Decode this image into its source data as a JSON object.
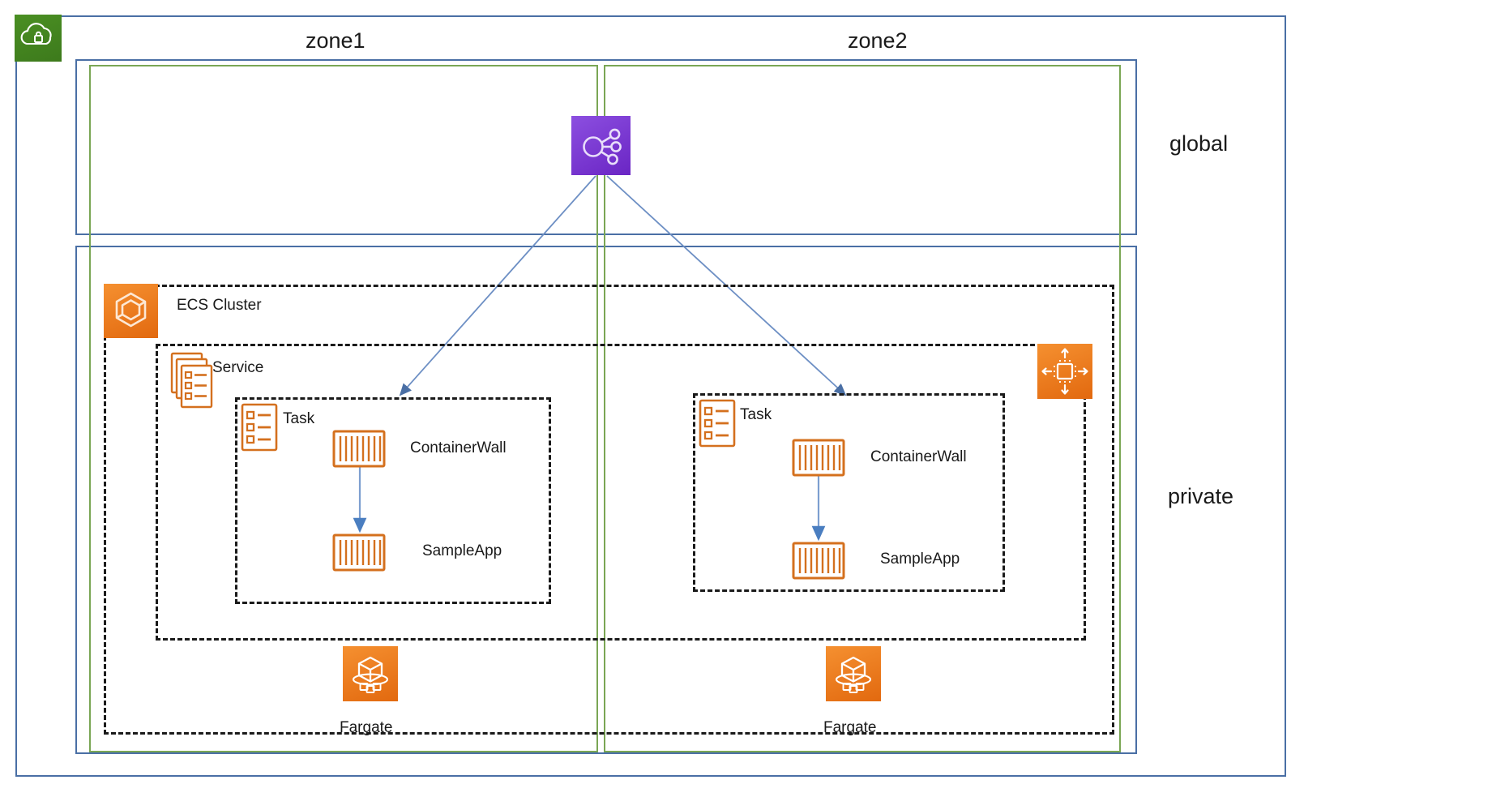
{
  "diagram": {
    "title": "AWS ECS Fargate multi-zone architecture",
    "vpc": {
      "icon": "vpc-cloud-lock-icon"
    },
    "zones": [
      {
        "id": "zone1",
        "label": "zone1"
      },
      {
        "id": "zone2",
        "label": "zone2"
      }
    ],
    "subnets": [
      {
        "id": "global",
        "label": "global"
      },
      {
        "id": "private",
        "label": "private"
      }
    ],
    "mesh": {
      "label": "",
      "icon": "app-mesh-icon",
      "color": "#7b33d6"
    },
    "cluster": {
      "label": "ECS Cluster",
      "icon": "ecs-cluster-icon"
    },
    "service": {
      "label": "Service",
      "icon": "ecs-service-icon"
    },
    "autoscaling": {
      "label": "",
      "icon": "auto-scaling-icon"
    },
    "tasks": [
      {
        "zone": "zone1",
        "label": "Task",
        "icon": "ecs-task-icon",
        "containers": [
          {
            "name": "ContainerWall",
            "icon": "container-icon"
          },
          {
            "name": "SampleApp",
            "icon": "container-icon"
          }
        ]
      },
      {
        "zone": "zone2",
        "label": "Task",
        "icon": "ecs-task-icon",
        "containers": [
          {
            "name": "ContainerWall",
            "icon": "container-icon"
          },
          {
            "name": "SampleApp",
            "icon": "container-icon"
          }
        ]
      }
    ],
    "compute": [
      {
        "zone": "zone1",
        "label": "Fargate",
        "icon": "fargate-icon"
      },
      {
        "zone": "zone2",
        "label": "Fargate",
        "icon": "fargate-icon"
      }
    ],
    "colors": {
      "vpc_border": "#4a6fa5",
      "zone_border": "#7aa654",
      "dashed_border": "#1a1a1a",
      "aws_orange": "#e2690f",
      "aws_green": "#4a8f23",
      "aws_purple": "#7b33d6",
      "arrow_blue": "#6d8fc4"
    }
  }
}
